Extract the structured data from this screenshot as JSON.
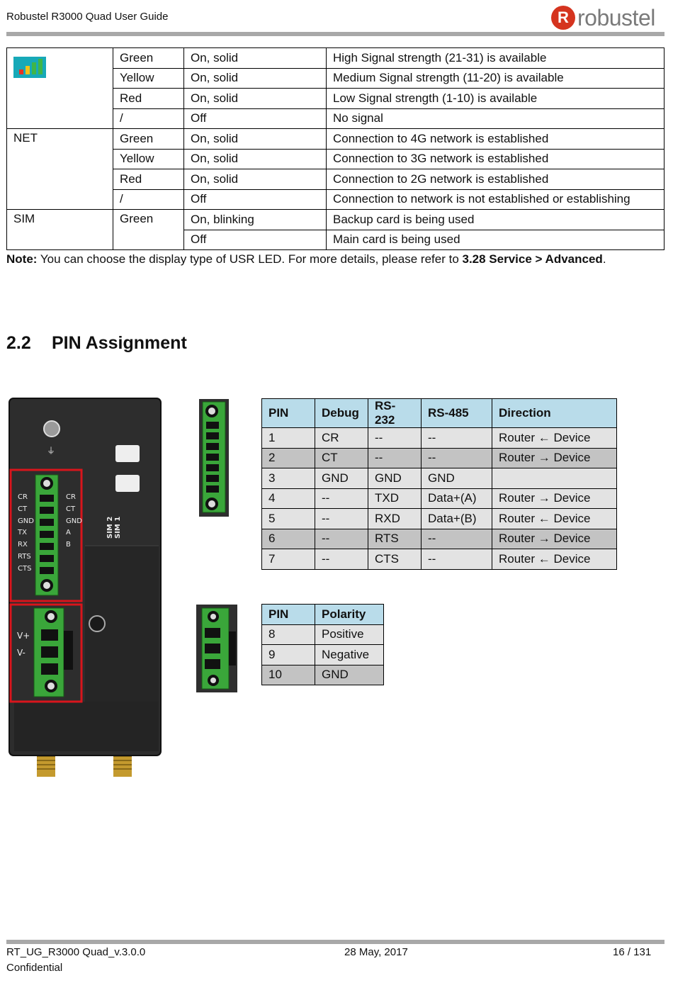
{
  "header": {
    "title": "Robustel R3000 Quad User Guide",
    "logo_mark": "R",
    "logo_text": "robustel"
  },
  "led_table": {
    "rows": [
      {
        "indicator": "",
        "color": "Green",
        "state": "On, solid",
        "desc": "High Signal strength (21-31) is available"
      },
      {
        "color": "Yellow",
        "state": "On, solid",
        "desc": "Medium Signal strength (11-20) is available"
      },
      {
        "color": "Red",
        "state": "On, solid",
        "desc": "Low Signal strength (1-10) is available"
      },
      {
        "color": "/",
        "state": "Off",
        "desc": "No signal"
      },
      {
        "indicator": "NET",
        "color": "Green",
        "state": "On, solid",
        "desc": "Connection to 4G network is established"
      },
      {
        "color": "Yellow",
        "state": "On, solid",
        "desc": "Connection to 3G network is established"
      },
      {
        "color": "Red",
        "state": "On, solid",
        "desc": "Connection to 2G network is established"
      },
      {
        "color": "/",
        "state": "Off",
        "desc": "Connection to network is not established or establishing"
      },
      {
        "indicator": "SIM",
        "color": "Green",
        "state": "On, blinking",
        "desc": "Backup card is being used"
      },
      {
        "state": "Off",
        "desc": "Main card is being used"
      }
    ]
  },
  "note": {
    "label": "Note:",
    "text": " You can choose the display type of USR LED. For more details, please refer to ",
    "ref": "3.28 Service > Advanced",
    "end": "."
  },
  "section": {
    "number": "2.2",
    "title": "PIN Assignment"
  },
  "device": {
    "left_labels": [
      "CR",
      "CT",
      "GND",
      "TX",
      "RX",
      "RTS",
      "CTS"
    ],
    "right_labels": [
      "CR",
      "CT",
      "GND",
      "A",
      "B"
    ],
    "power_labels": [
      "V+",
      "V-"
    ],
    "sim_labels": [
      "SIM 2",
      "SIM 1"
    ],
    "highlight_color": "#d8151c",
    "terminal_color": "#3aa63a"
  },
  "pin_table": {
    "headers": [
      "PIN",
      "Debug",
      "RS-232",
      "RS-485",
      "Direction"
    ],
    "rows": [
      [
        "1",
        "CR",
        "--",
        "--",
        "Router ← Device"
      ],
      [
        "2",
        "CT",
        "--",
        "--",
        "Router → Device"
      ],
      [
        "3",
        "GND",
        "GND",
        "GND",
        ""
      ],
      [
        "4",
        "--",
        "TXD",
        "Data+(A)",
        "Router → Device"
      ],
      [
        "5",
        "--",
        "RXD",
        "Data+(B)",
        "Router ← Device"
      ],
      [
        "6",
        "--",
        "RTS",
        "--",
        "Router → Device"
      ],
      [
        "7",
        "--",
        "CTS",
        "--",
        "Router ← Device"
      ]
    ]
  },
  "polarity_table": {
    "headers": [
      "PIN",
      "Polarity"
    ],
    "rows": [
      [
        "8",
        "Positive"
      ],
      [
        "9",
        "Negative"
      ],
      [
        "10",
        "GND"
      ]
    ]
  },
  "footer": {
    "doc_id": "RT_UG_R3000 Quad_v.3.0.0",
    "date": "28 May, 2017",
    "page": "16 / 131",
    "classification": "Confidential"
  }
}
